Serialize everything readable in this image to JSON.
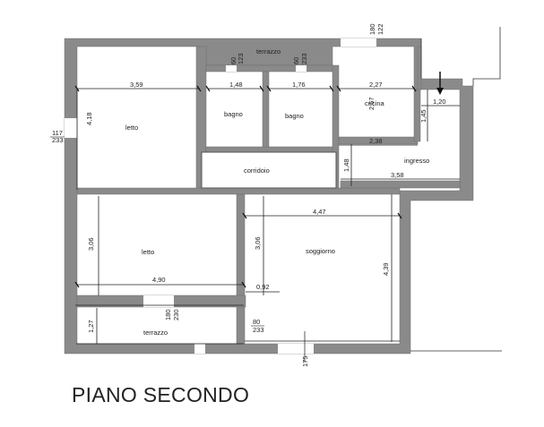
{
  "floor_title": "PIANO SECONDO",
  "rooms": {
    "terrazzo_top": "terrazzo",
    "letto_1": "letto",
    "bagno_1": "bagno",
    "bagno_2": "bagno",
    "cucina": "cucina",
    "corridoio": "corridoio",
    "ingresso": "ingresso",
    "letto_2": "letto",
    "soggiorno": "soggiorno",
    "terrazzo_bottom": "terrazzo"
  },
  "dimensions": {
    "letto1_w": "3,59",
    "letto1_h": "4,18",
    "bagno1_w": "1,48",
    "bagno2_w": "1,76",
    "cucina_w": "2,27",
    "cucina_h": "2,57",
    "ingresso_w1": "2,38",
    "ingresso_w2": "3,58",
    "ingresso_h": "1,48",
    "entry_w": "1,20",
    "entry_h": "1,45",
    "letto2_w": "4,90",
    "letto2_h": "3,06",
    "soggiorno_w": "4,47",
    "soggiorno_h": "3,06",
    "soggiorno_h2": "4,39",
    "gap_w": "0,92",
    "terrazzo_h": "1,27",
    "side_window_a": "117",
    "side_window_b": "233",
    "top_win1_a": "60",
    "top_win1_b": "123",
    "top_win2_a": "60",
    "top_win2_b": "233",
    "top_win3_a": "180",
    "top_win3_b": "122",
    "bottom_win1_a": "180",
    "bottom_win1_b": "230",
    "bottom_win2_a": "80",
    "bottom_win2_b": "233",
    "bottom_win3": "175"
  }
}
